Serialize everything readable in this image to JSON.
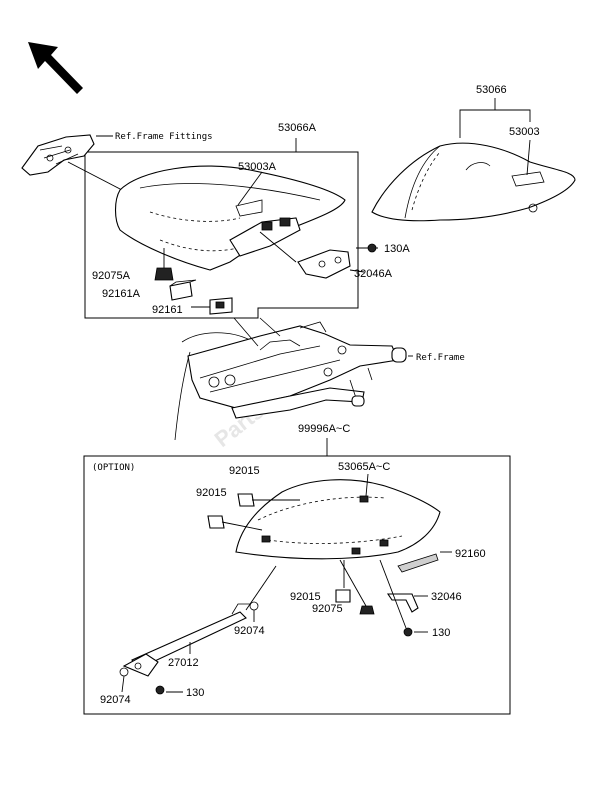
{
  "labels": {
    "ref_frame_fittings": "Ref.Frame Fittings",
    "p53066A": "53066A",
    "p53003A": "53003A",
    "p53066": "53066",
    "p53003": "53003",
    "p130A": "130A",
    "p32046A": "32046A",
    "p92075A": "92075A",
    "p92161A": "92161A",
    "p92161": "92161",
    "ref_frame": "Ref.Frame",
    "p99996": "99996A~C",
    "option": "(OPTION)",
    "p53065": "53065A~C",
    "p92015_a": "92015",
    "p92015_b": "92015",
    "p92015_c": "92015",
    "p92160": "92160",
    "p32046": "32046",
    "p92075": "92075",
    "p92074_a": "92074",
    "p27012": "27012",
    "p130_a": "130",
    "p92074_b": "92074",
    "p130_b": "130",
    "watermark": "PartsRepublik"
  },
  "icons": {
    "direction_arrow": "front-direction-arrow-icon"
  }
}
